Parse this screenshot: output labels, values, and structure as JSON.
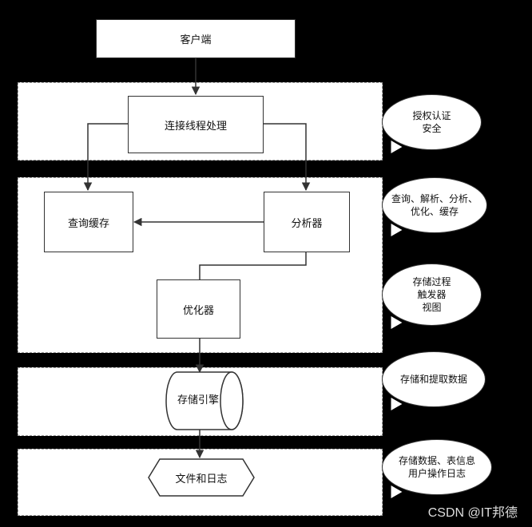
{
  "nodes": {
    "client": "客户端",
    "connection": "连接线程处理",
    "query_cache": "查询缓存",
    "analyzer": "分析器",
    "optimizer": "优化器",
    "storage_engine": "存储引擎",
    "files_logs": "文件和日志"
  },
  "notes": {
    "auth": "授权认证\n安全",
    "query_ops": "查询、解析、分析、\n优化、缓存",
    "procedures": "存储过程\n触发器\n视图",
    "storage": "存储和提取数据",
    "data_logs": "存储数据、表信息\n用户操作日志"
  },
  "watermark": "CSDN @IT邦德"
}
